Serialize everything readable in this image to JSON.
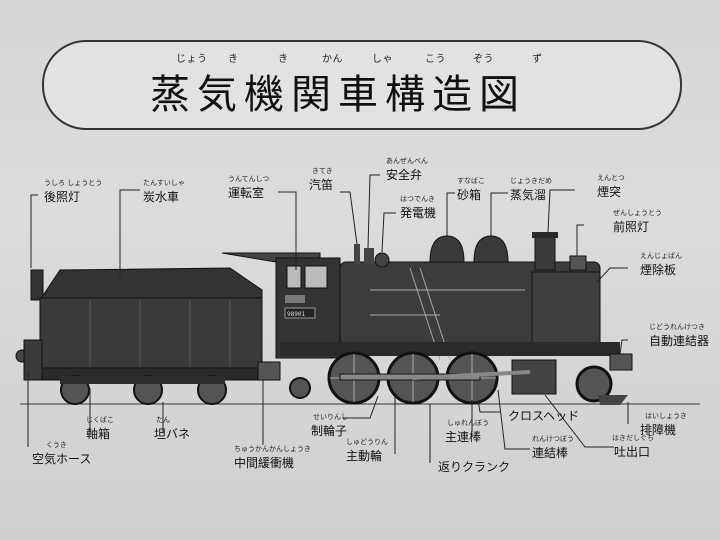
{
  "title": {
    "text": "蒸気機関車構造図",
    "ruby": [
      "じょう",
      "き",
      "き",
      "かん",
      "しゃ",
      "こう",
      "ぞう",
      "ず"
    ]
  },
  "labels": {
    "koushoutou": {
      "text": "後照灯",
      "ruby": "うしろ しょうとう"
    },
    "tansuisha": {
      "text": "炭水車",
      "ruby": "たんすいしゃ"
    },
    "untenshitsu": {
      "text": "運転室",
      "ruby": "うんてんしつ"
    },
    "kiteki": {
      "text": "汽笛",
      "ruby": "きてき"
    },
    "anzenben": {
      "text": "安全弁",
      "ruby": "あんぜんべん"
    },
    "hatsudenki": {
      "text": "発電機",
      "ruby": "はつでんき"
    },
    "sunabako": {
      "text": "砂箱",
      "ruby": "すなばこ"
    },
    "jokidame": {
      "text": "蒸気溜",
      "ruby": "じょうきだめ"
    },
    "entotsu": {
      "text": "煙突",
      "ruby": "えんとつ"
    },
    "zenshoutou": {
      "text": "前照灯",
      "ruby": "ぜんしょうとう"
    },
    "enjoban": {
      "text": "煙除板",
      "ruby": "えんじょばん"
    },
    "jidourenketsuki": {
      "text": "自動連結器",
      "ruby": "じどうれんけつき"
    },
    "jikubako": {
      "text": "軸箱",
      "ruby": "じくばこ"
    },
    "tanbane": {
      "text": "坦バネ",
      "ruby": "たん"
    },
    "kuukihose": {
      "text": "空気ホース",
      "ruby": "くうき"
    },
    "chukankanshouki": {
      "text": "中間緩衝機",
      "ruby": "ちゅうかんかんしょうき"
    },
    "seirinshi": {
      "text": "制輪子",
      "ruby": "せいりんし"
    },
    "shudourin": {
      "text": "主動輪",
      "ruby": "しゅどうりん"
    },
    "shurenbou": {
      "text": "主連棒",
      "ruby": "しゅれんぼう"
    },
    "crank": {
      "text": "返りクランク",
      "ruby": ""
    },
    "crosshead": {
      "text": "クロスヘッド",
      "ruby": ""
    },
    "renketsubou": {
      "text": "連結棒",
      "ruby": "れんけつぼう"
    },
    "haishouki": {
      "text": "排障機",
      "ruby": "はいしょうき"
    },
    "hakidashiguchi": {
      "text": "吐出口",
      "ruby": "はきだしぐち"
    }
  },
  "plate_number": "98901"
}
